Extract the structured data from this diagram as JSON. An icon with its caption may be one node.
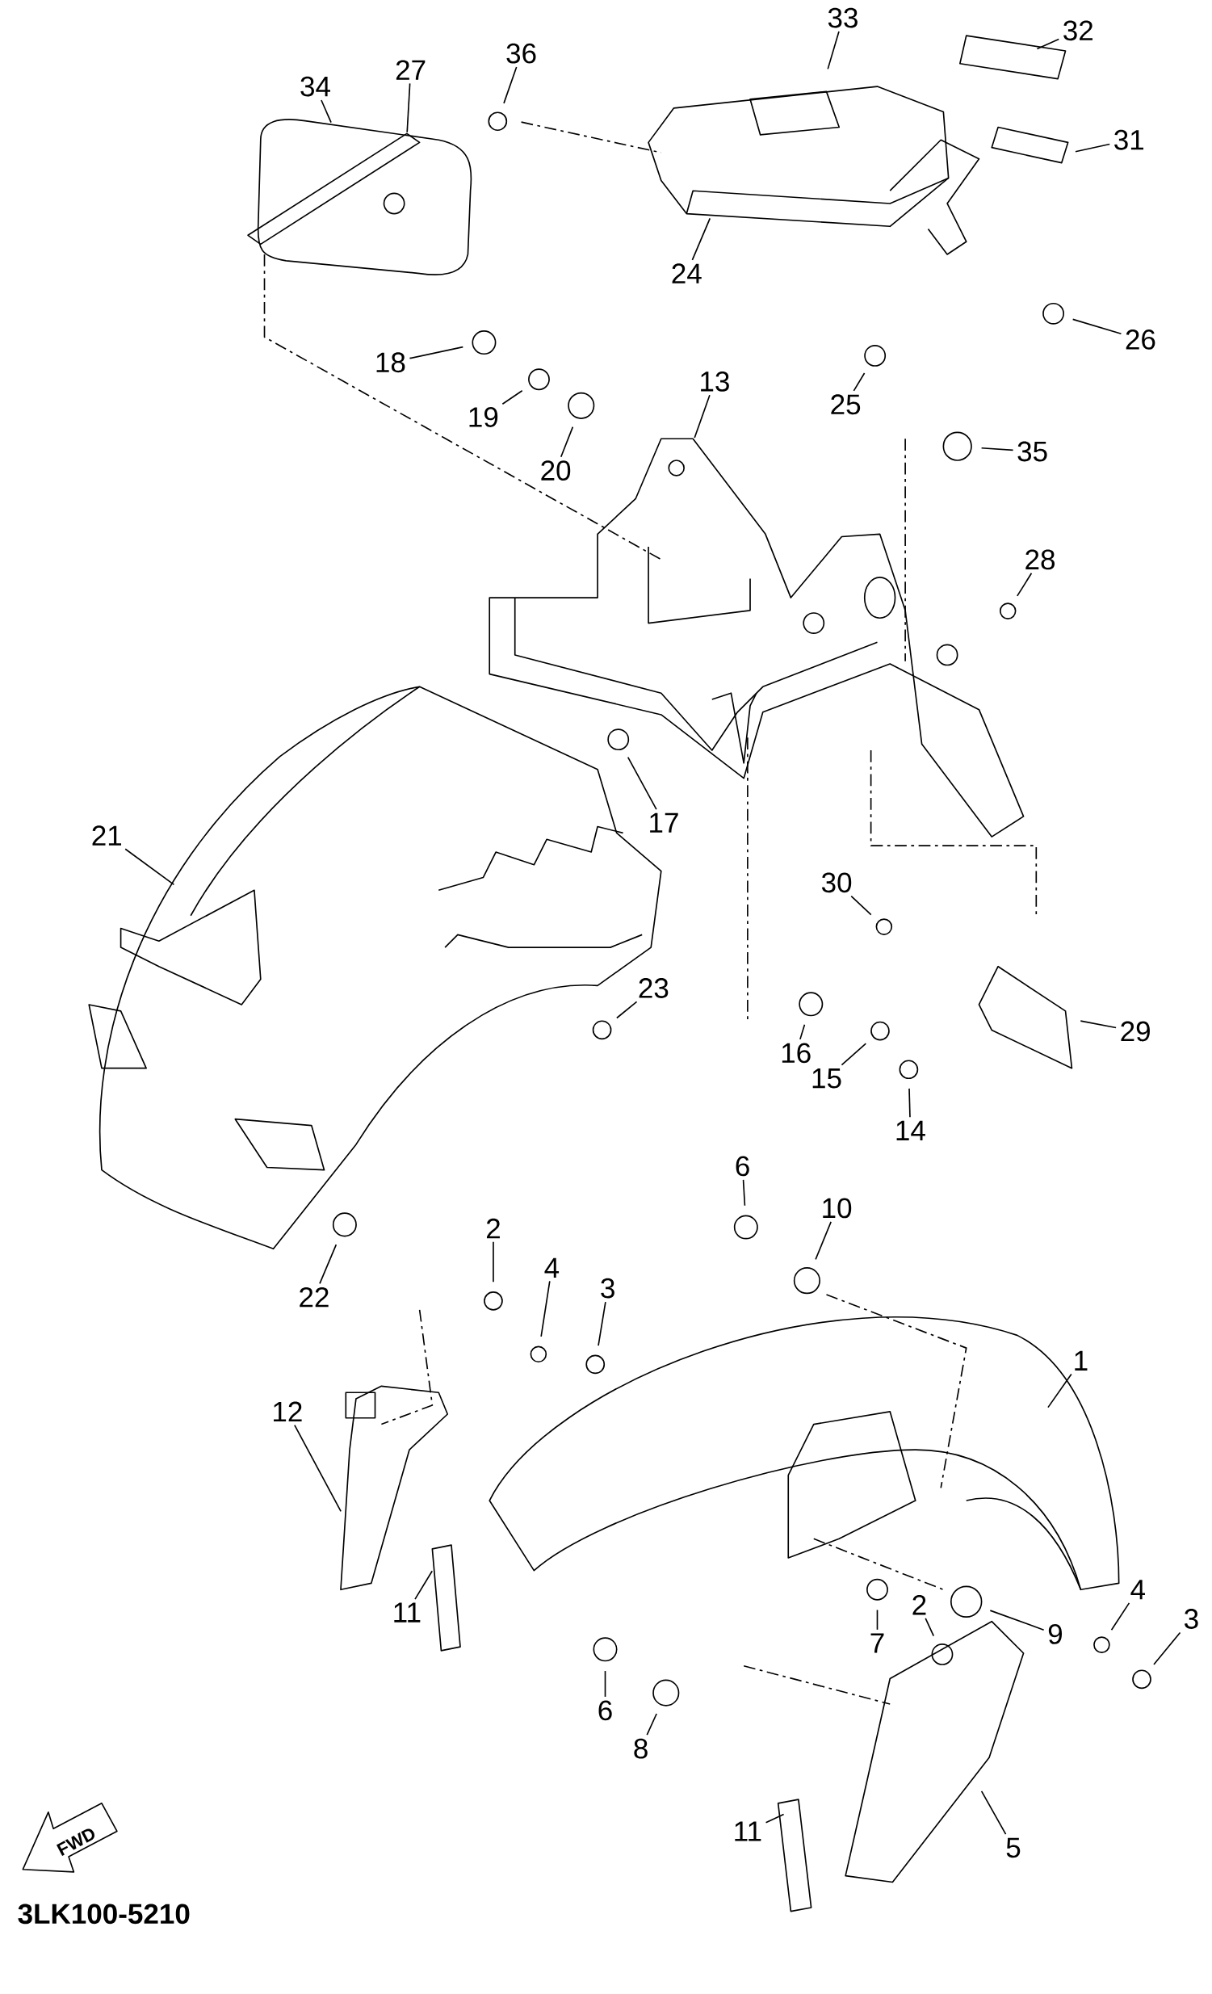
{
  "diagram": {
    "nodes": [
      {
        "text": [
          "33"
        ]
      },
      {
        "text": [
          "32"
        ]
      },
      {
        "text": [
          "36"
        ]
      },
      {
        "text": [
          "34"
        ]
      },
      {
        "text": [
          "27"
        ]
      },
      {
        "text": [
          "31"
        ]
      },
      {
        "text": [
          "24"
        ]
      },
      {
        "text": [
          "26"
        ]
      },
      {
        "text": [
          "18"
        ]
      },
      {
        "text": [
          "19"
        ]
      },
      {
        "text": [
          "25"
        ]
      },
      {
        "text": [
          "13"
        ]
      },
      {
        "text": [
          "20"
        ]
      },
      {
        "text": [
          "35"
        ]
      },
      {
        "text": [
          "28"
        ]
      },
      {
        "text": [
          "17"
        ]
      },
      {
        "text": [
          "21"
        ]
      },
      {
        "text": [
          "30"
        ]
      },
      {
        "text": [
          "23"
        ]
      },
      {
        "text": [
          "29"
        ]
      },
      {
        "text": [
          "16"
        ]
      },
      {
        "text": [
          "15"
        ]
      },
      {
        "text": [
          "14"
        ]
      },
      {
        "text": [
          "6"
        ]
      },
      {
        "text": [
          "10"
        ]
      },
      {
        "text": [
          "2"
        ]
      },
      {
        "text": [
          "4"
        ]
      },
      {
        "text": [
          "3"
        ]
      },
      {
        "text": [
          "22"
        ]
      },
      {
        "text": [
          "1"
        ]
      },
      {
        "text": [
          "12"
        ]
      },
      {
        "text": [
          "11"
        ]
      },
      {
        "text": [
          "9"
        ]
      },
      {
        "text": [
          "4"
        ]
      },
      {
        "text": [
          "3"
        ]
      },
      {
        "text": [
          "7"
        ]
      },
      {
        "text": [
          "2"
        ]
      },
      {
        "text": [
          "6"
        ]
      },
      {
        "text": [
          "8"
        ]
      },
      {
        "text": [
          "11"
        ]
      },
      {
        "text": [
          "5"
        ]
      }
    ],
    "edges": [
      {
        "from": 0,
        "to": null,
        "arrow": "none"
      },
      {
        "from": 1,
        "to": null,
        "arrow": "none"
      },
      {
        "from": 2,
        "to": null,
        "arrow": "none"
      },
      {
        "from": 3,
        "to": null,
        "arrow": "none"
      },
      {
        "from": 4,
        "to": null,
        "arrow": "none"
      },
      {
        "from": 5,
        "to": null,
        "arrow": "none"
      },
      {
        "from": 6,
        "to": null,
        "arrow": "none"
      },
      {
        "from": 7,
        "to": null,
        "arrow": "none"
      },
      {
        "from": 8,
        "to": null,
        "arrow": "none"
      },
      {
        "from": 9,
        "to": null,
        "arrow": "none"
      },
      {
        "from": 10,
        "to": null,
        "arrow": "none"
      },
      {
        "from": 11,
        "to": null,
        "arrow": "none"
      },
      {
        "from": 12,
        "to": null,
        "arrow": "none"
      },
      {
        "from": 13,
        "to": null,
        "arrow": "none"
      },
      {
        "from": 14,
        "to": null,
        "arrow": "none"
      },
      {
        "from": 15,
        "to": null,
        "arrow": "none"
      },
      {
        "from": 16,
        "to": null,
        "arrow": "none"
      },
      {
        "from": 17,
        "to": null,
        "arrow": "none"
      },
      {
        "from": 18,
        "to": null,
        "arrow": "none"
      },
      {
        "from": 19,
        "to": null,
        "arrow": "none"
      },
      {
        "from": 20,
        "to": null,
        "arrow": "none"
      },
      {
        "from": 21,
        "to": null,
        "arrow": "none"
      },
      {
        "from": 22,
        "to": null,
        "arrow": "none"
      },
      {
        "from": 23,
        "to": null,
        "arrow": "none"
      },
      {
        "from": 24,
        "to": null,
        "arrow": "none"
      },
      {
        "from": 25,
        "to": null,
        "arrow": "none"
      },
      {
        "from": 26,
        "to": null,
        "arrow": "none"
      },
      {
        "from": 27,
        "to": null,
        "arrow": "none"
      },
      {
        "from": 28,
        "to": null,
        "arrow": "none"
      },
      {
        "from": 29,
        "to": null,
        "arrow": "none"
      },
      {
        "from": 30,
        "to": null,
        "arrow": "none"
      },
      {
        "from": 31,
        "to": null,
        "arrow": "none"
      },
      {
        "from": 32,
        "to": null,
        "arrow": "none"
      },
      {
        "from": 33,
        "to": null,
        "arrow": "none"
      },
      {
        "from": 34,
        "to": null,
        "arrow": "none"
      },
      {
        "from": 35,
        "to": null,
        "arrow": "none"
      },
      {
        "from": 36,
        "to": null,
        "arrow": "none"
      },
      {
        "from": 37,
        "to": null,
        "arrow": "none"
      },
      {
        "from": 38,
        "to": null,
        "arrow": "none"
      },
      {
        "from": 39,
        "to": null,
        "arrow": "none"
      },
      {
        "from": 40,
        "to": null,
        "arrow": "none"
      }
    ],
    "labels": [
      "FWD",
      "3LK100-5210"
    ]
  }
}
